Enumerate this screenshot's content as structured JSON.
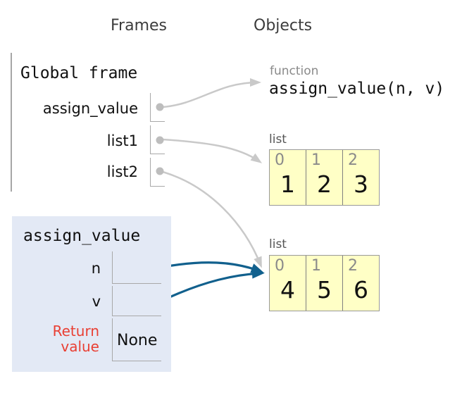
{
  "column_headers": {
    "frames": "Frames",
    "objects": "Objects"
  },
  "global_frame": {
    "title": "Global frame",
    "variables": [
      {
        "name": "assign_value"
      },
      {
        "name": "list1"
      },
      {
        "name": "list2"
      }
    ]
  },
  "local_frame": {
    "title": "assign_value",
    "variables": [
      {
        "name": "n"
      },
      {
        "name": "v"
      }
    ],
    "return_label_line1": "Return",
    "return_label_line2": "value",
    "return_value": "None"
  },
  "objects": {
    "function": {
      "type_label": "function",
      "signature": "assign_value(n, v)"
    },
    "list1": {
      "type_label": "list",
      "cells": [
        {
          "index": "0",
          "value": "1"
        },
        {
          "index": "1",
          "value": "2"
        },
        {
          "index": "2",
          "value": "3"
        }
      ]
    },
    "list2": {
      "type_label": "list",
      "cells": [
        {
          "index": "0",
          "value": "4"
        },
        {
          "index": "1",
          "value": "5"
        },
        {
          "index": "2",
          "value": "6"
        }
      ]
    }
  },
  "pointers": [
    {
      "from": "global.assign_value",
      "to": "function-object",
      "style": "gray"
    },
    {
      "from": "global.list1",
      "to": "list-object-1",
      "style": "gray"
    },
    {
      "from": "global.list2",
      "to": "list-object-2",
      "style": "gray"
    },
    {
      "from": "local.n",
      "to": "list-object-2",
      "style": "blue"
    },
    {
      "from": "local.v",
      "to": "list-object-2",
      "style": "blue"
    }
  ],
  "colors": {
    "frame_highlight_bg": "#e3e9f5",
    "list_cell_bg": "#ffffc6",
    "pointer_blue": "#11608d",
    "pointer_gray": "#c9c9c9",
    "return_red": "#e93f33"
  }
}
